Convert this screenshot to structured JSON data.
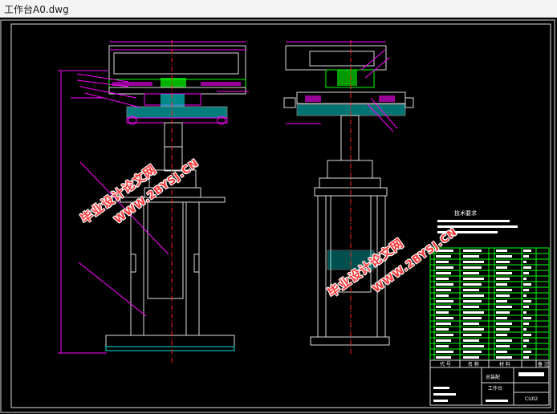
{
  "window": {
    "title": "工作台A0.dwg"
  },
  "drawing": {
    "tech_requirements_title": "技术要求",
    "title_block": {
      "code_header": "代 号",
      "name_header": "名 称",
      "material_header": "材 料",
      "remarks_header": "备 注",
      "drawing_name": "工作台",
      "drawing_number": "CU02",
      "label_mid": "总装配"
    },
    "watermarks": [
      {
        "cn": "毕业设计论文网",
        "url": "WWW.2BYSJ.CN"
      },
      {
        "cn": "毕业设计论文网",
        "url": "WWW.2BYSJ.CN"
      }
    ],
    "colors": {
      "background": "#000000",
      "frame": "#ffffff",
      "green": "#00ff00",
      "magenta": "#ff00ff",
      "cyan": "#00e5e5",
      "red": "#ff2020",
      "watermark": "#ff3b3b"
    }
  }
}
